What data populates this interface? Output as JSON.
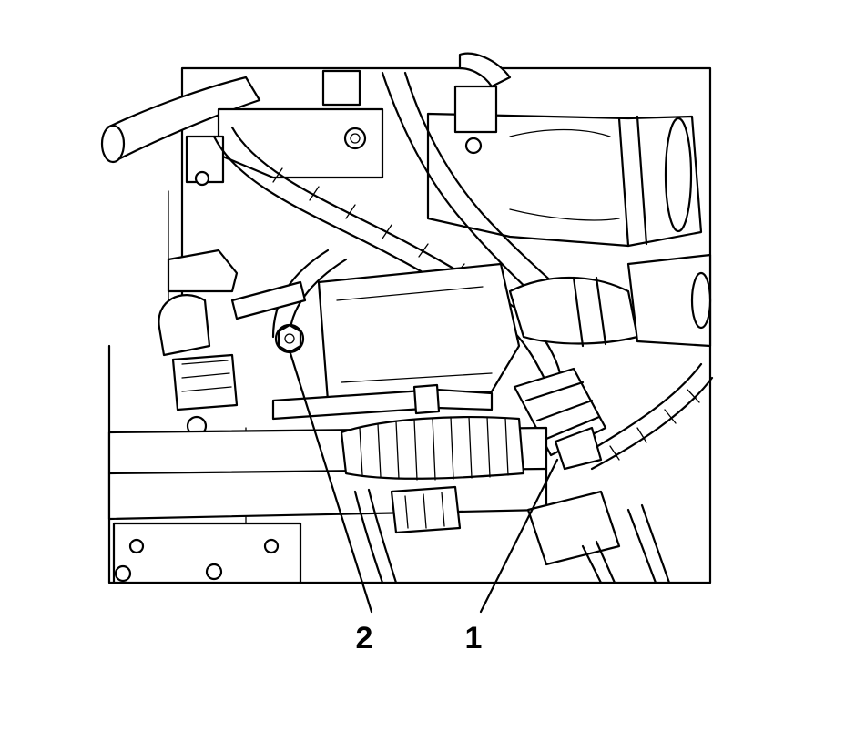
{
  "colors": {
    "ink": "#000000",
    "paper": "#ffffff"
  },
  "callouts": [
    {
      "id": "callout-1",
      "label": "1"
    },
    {
      "id": "callout-2",
      "label": "2"
    }
  ]
}
